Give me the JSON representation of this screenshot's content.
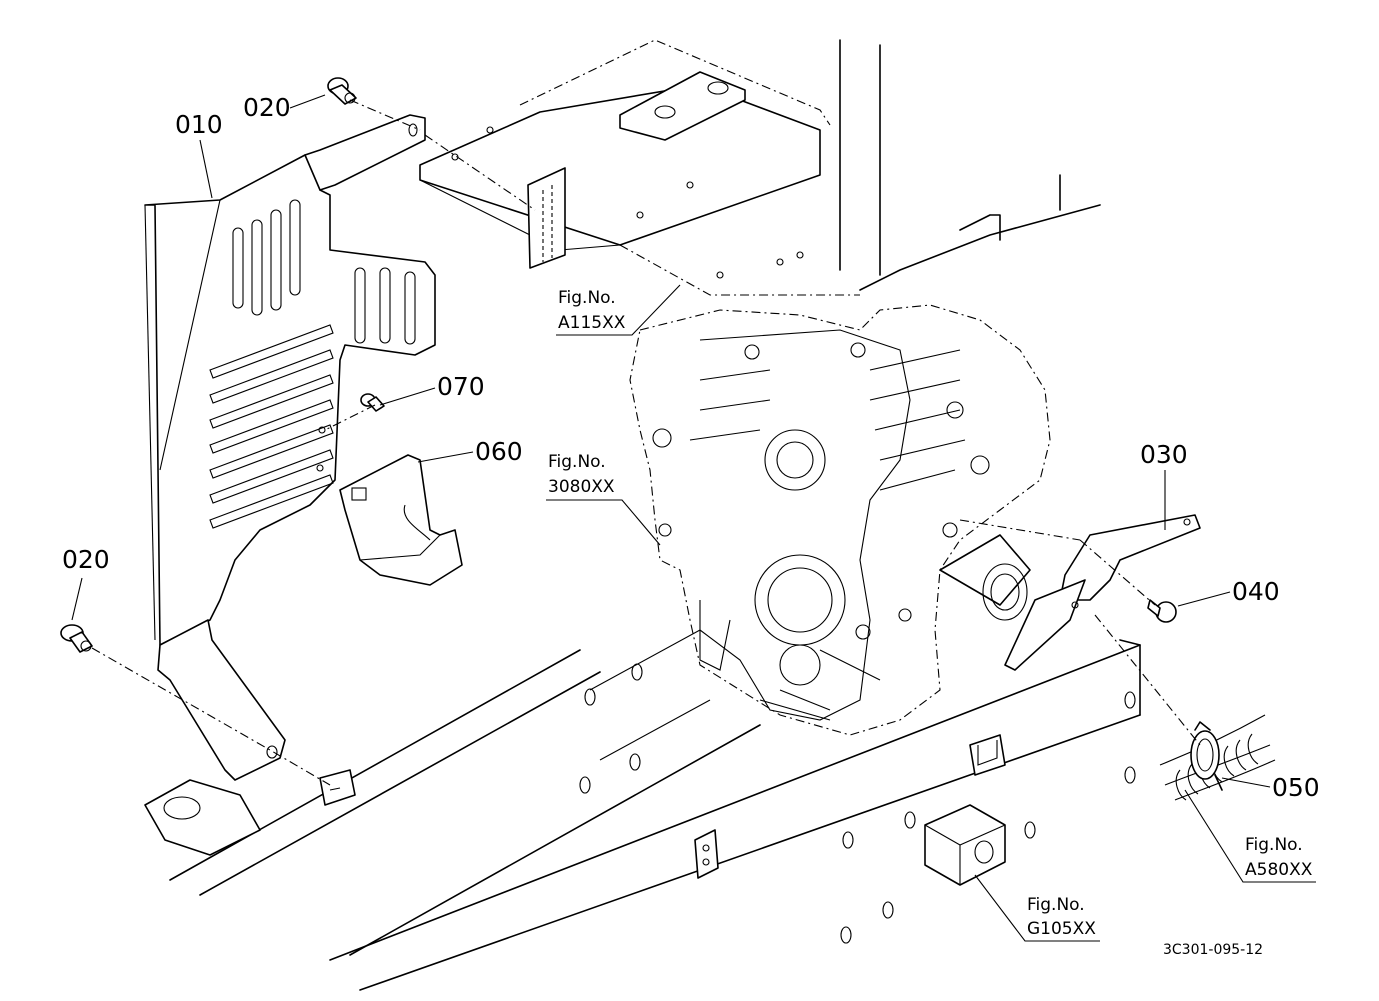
{
  "parts": {
    "p010": "010",
    "p020_top": "020",
    "p020_left": "020",
    "p030": "030",
    "p040": "040",
    "p050": "050",
    "p060": "060",
    "p070": "070"
  },
  "figure_refs": {
    "a115": {
      "line1": "Fig.No.",
      "line2": "A115XX"
    },
    "r3080": {
      "line1": "Fig.No.",
      "line2": "3080XX"
    },
    "a580": {
      "line1": "Fig.No.",
      "line2": "A580XX"
    },
    "g105": {
      "line1": "Fig.No.",
      "line2": "G105XX"
    }
  },
  "drawing_code": "3C301-095-12"
}
